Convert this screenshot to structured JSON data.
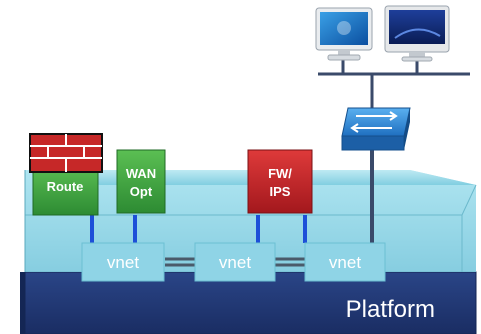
{
  "nodes": {
    "route_label": "Route",
    "wan_line1": "WAN",
    "wan_line2": "Opt",
    "fw_line1": "FW/",
    "fw_line2": "IPS"
  },
  "vnets": [
    "vnet",
    "vnet",
    "vnet"
  ],
  "platform_label": "Platform",
  "colors": {
    "route_box": "#3e9b3e",
    "wan_box": "#3e9b3e",
    "fw_box": "#c1272d",
    "platform": "#1e3470",
    "vnet_box": "#8fd4e6",
    "link": "#1d4fd8"
  },
  "icons": [
    "firewall-brick-icon",
    "windows-desktop-icon",
    "mac-desktop-icon",
    "network-switch-icon"
  ]
}
